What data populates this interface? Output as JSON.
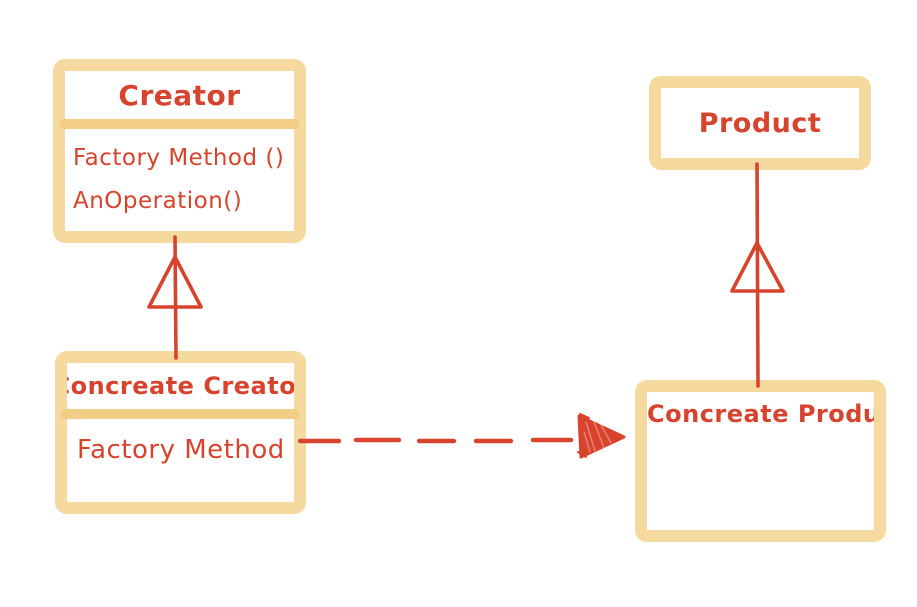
{
  "colors": {
    "background": "#FFFFFF",
    "box_border_tan": "#F6D99E",
    "compartment_divider_tan": "#F1CD86",
    "ink_red": "#D8432E"
  },
  "classes": {
    "creator": {
      "name": "Creator",
      "methods": [
        "Factory Method ()",
        "AnOperation()"
      ]
    },
    "concrete_creator": {
      "name": "Concreate Creator",
      "methods": [
        "Factory Method"
      ]
    },
    "product": {
      "name": "Product",
      "methods": []
    },
    "concrete_product": {
      "name": "Concreate Product",
      "methods": []
    }
  },
  "relationships": [
    {
      "type": "inheritance-hollow-triangle",
      "from": "Concreate Creator",
      "to": "Creator"
    },
    {
      "type": "inheritance-hollow-triangle",
      "from": "Concreate Product",
      "to": "Product"
    },
    {
      "type": "dependency-dashed-arrow",
      "from": "Concreate Creator",
      "to": "Concreate Product"
    }
  ]
}
